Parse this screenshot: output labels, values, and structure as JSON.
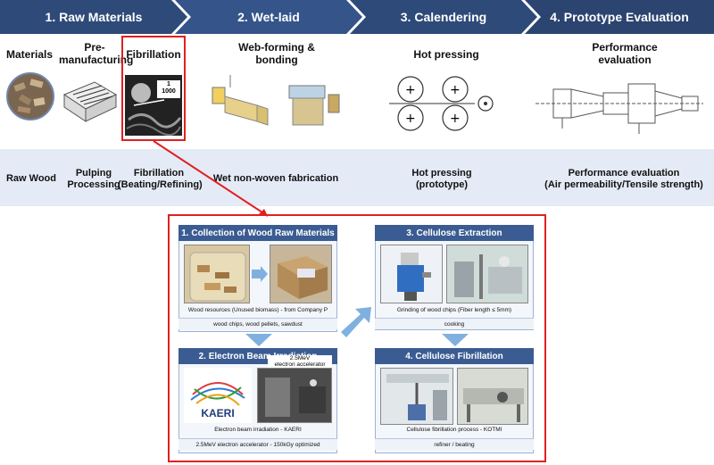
{
  "stages": [
    {
      "label": "1. Raw Materials"
    },
    {
      "label": "2. Wet-laid"
    },
    {
      "label": "3. Calendering"
    },
    {
      "label": "4. Prototype Evaluation"
    }
  ],
  "steps": {
    "materials": "Materials",
    "pre_manufacturing": "Pre-\nmanufacturing",
    "fibrillation": "Fibrillation",
    "web_forming": "Web-forming &\nbonding",
    "hot_pressing": "Hot pressing",
    "performance": "Performance\nevaluation"
  },
  "fib_image_label": "1\n1000",
  "band": {
    "raw_wood": "Raw Wood",
    "pulping": "Pulping\nProcessing",
    "fibrillation": "Fibrillation\n(Beating/Refining)",
    "wet_nonwoven": "Wet non-woven fabrication",
    "hot_pressing": "Hot pressing\n(prototype)",
    "performance": "Performance evaluation\n(Air permeability/Tensile strength)"
  },
  "detail": {
    "p1": {
      "title": "1. Collection of Wood Raw Materials",
      "cap1": "Wood resources (Unused biomass) - from Company P",
      "cap2": "wood chips, wood pellets, sawdust"
    },
    "p2": {
      "title": "2. Electron Beam Irradiation",
      "logo": "KAERI",
      "photo_label": "2.5MeV\nelectron accelerator",
      "cap1": "Electron beam irradiation - KAERI",
      "cap2": "2.5MeV electron accelerator - 150kGy optimized"
    },
    "p3": {
      "title": "3. Cellulose Extraction",
      "cap1": "Grinding of wood chips (Fiber length ≤ 5mm)",
      "cap2": "cooking"
    },
    "p4": {
      "title": "4. Cellulose Fibrillation",
      "cap1": "Cellulose fibrillation process - KOTMI",
      "cap2": "refiner / beating"
    }
  },
  "colors": {
    "header": "#2e4a78",
    "band": "#e4ebf6",
    "highlight": "#e02020",
    "panel_head": "#3b5c92",
    "arrow": "#7fb0e0"
  }
}
